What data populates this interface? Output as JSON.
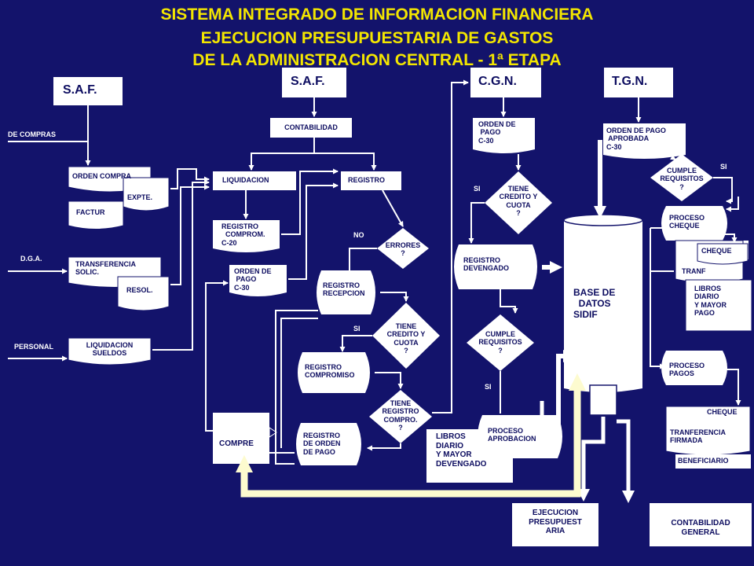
{
  "title": {
    "line1": "SISTEMA INTEGRADO DE INFORMACION FINANCIERA",
    "line2": "EJECUCION PRESUPUESTARIA DE GASTOS",
    "line3": "DE LA ADMINISTRACION CENTRAL - 1ª ETAPA"
  },
  "headers": {
    "saf_left": "S.A.F.",
    "saf_center": "S.A.F.",
    "cgn": "C.G.N.",
    "tgn": "T.G.N."
  },
  "inputs": {
    "compras": "DE COMPRAS",
    "dga": "D.G.A.",
    "personal": "PERSONAL"
  },
  "saf_left_boxes": {
    "orden_compra": "ORDEN COMPRA",
    "expte": "EXPTE.",
    "factur": "FACTUR",
    "transferencia": "TRANSFERENCIA\nSOLIC.",
    "resol": "RESOL.",
    "liquidacion_sueldos": "LIQUIDACION\nSUELDOS"
  },
  "saf_center_boxes": {
    "contabilidad": "CONTABILIDAD",
    "liquidacion": "LIQUIDACION",
    "registro": "REGISTRO",
    "registro_comprom": "REGISTRO\n  COMPROM.\nC-20",
    "orden_pago": "ORDEN DE\n PAGO\nC-30",
    "compre": "COMPRE",
    "errores": "ERRORES\n?",
    "no_label": "NO",
    "registro_recepcion": "REGISTRO\nRECEPCION",
    "tiene_credito": "TIENE\nCREDITO Y\nCUOTA\n?",
    "si_label": "SI",
    "registro_compromiso": "REGISTRO\nCOMPROMISO",
    "tiene_registro": "TIENE\nREGISTRO\nCOMPRO.\n?",
    "registro_orden_pago": "REGISTRO\nDE ORDEN\nDE PAGO"
  },
  "cgn_boxes": {
    "orden_pago": "ORDEN DE\n PAGO\nC-30",
    "tiene_credito": "TIENE\nCREDITO Y\nCUOTA\n?",
    "si_credito": "SI",
    "registro_devengado": "REGISTRO\nDEVENGADO",
    "cumple_requisitos": "CUMPLE\nREQUISITOS\n?",
    "si_cumple": "SI",
    "libros_diario": "LIBROS\nDIARIO\nY MAYOR\nDEVENGADO",
    "proceso_aprobacion": "PROCESO\nAPROBACION"
  },
  "database": {
    "label": "BASE DE\n  DATOS\nSIDIF"
  },
  "tgn_boxes": {
    "orden_pago_aprobada": "ORDEN DE PAGO\n APROBADA\nC-30",
    "cumple_requisitos": "CUMPLE\nREQUISITOS\n?",
    "si_label": "SI",
    "proceso_cheque": "PROCESO\nCHEQUE",
    "cheque": "CHEQUE",
    "tranf": "TRANF",
    "libros_diario_pago": "LIBROS\nDIARIO\nY MAYOR\nPAGO",
    "proceso_pagos": "PROCESO\nPAGOS",
    "cheque_2": "CHEQUE",
    "transferencia_firmada": "TRANFERENCIA\nFIRMADA",
    "beneficiario": "BENEFICIARIO"
  },
  "outputs": {
    "ejecucion_presupuestaria": "EJECUCION\nPRESUPUEST\nARIA",
    "contabilidad_general": "CONTABILIDAD\nGENERAL"
  },
  "colors": {
    "background": "#13136b",
    "box_fill": "#ffffff",
    "line": "#ffffff",
    "title": "#f3e600",
    "feedback_arrow": "#fdfbcf",
    "box_text": "#0d0d60"
  }
}
